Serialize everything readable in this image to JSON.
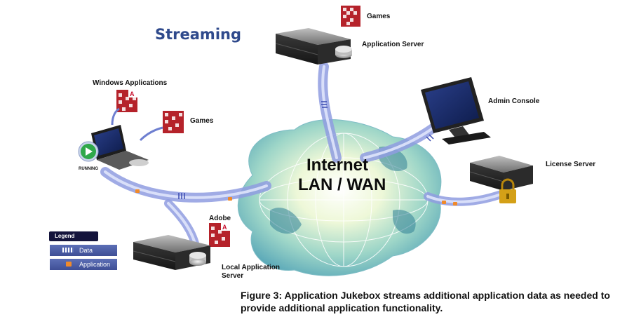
{
  "title": "Streaming",
  "network": {
    "line1": "Internet",
    "line2": "LAN / WAN"
  },
  "nodes": {
    "games_top": "Games",
    "app_server": "Application Server",
    "admin_console": "Admin Console",
    "license_server": "License Server",
    "windows_apps": "Windows Applications",
    "games_client": "Games",
    "running": "RUNNING",
    "adobe": "Adobe",
    "local_app_server_line1": "Local Application",
    "local_app_server_line2": "Server"
  },
  "legend": {
    "title": "Legend",
    "items": [
      {
        "label": "Data"
      },
      {
        "label": "Application"
      }
    ]
  },
  "caption": {
    "line1": "Figure 3: Application Jukebox streams additional application data as needed to",
    "line2": "provide additional application functionality."
  }
}
